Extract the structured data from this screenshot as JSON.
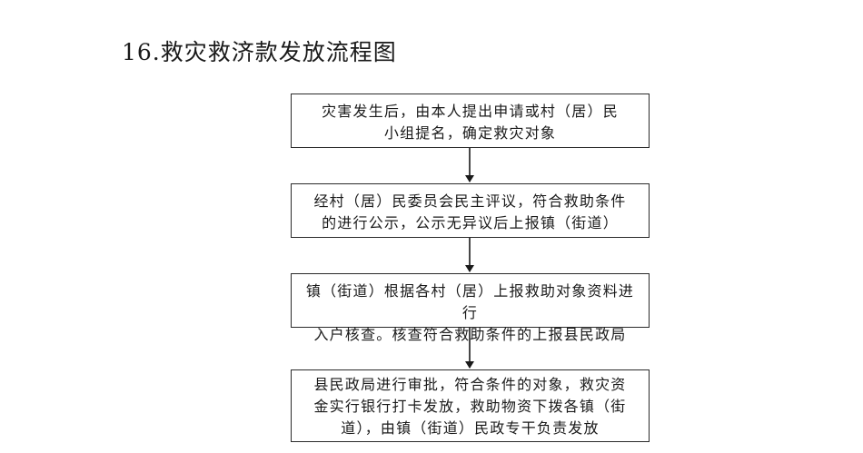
{
  "title": "16.救灾救济款发放流程图",
  "steps": [
    {
      "lines": [
        "灾害发生后，由本人提出申请或村（居）民",
        "小组提名，确定救灾对象"
      ]
    },
    {
      "lines": [
        "经村（居）民委员会民主评议，符合救助条件",
        "的进行公示，公示无异议后上报镇（街道）"
      ]
    },
    {
      "lines": [
        "镇（街道）根据各村（居）上报救助对象资料进行",
        "入户核查。核查符合救助条件的上报县民政局"
      ]
    },
    {
      "lines": [
        "县民政局进行审批，符合条件的对象，救灾资",
        "金实行银行打卡发放，救助物资下拨各镇（街",
        "道），由镇（街道）民政专干负责发放"
      ]
    }
  ]
}
